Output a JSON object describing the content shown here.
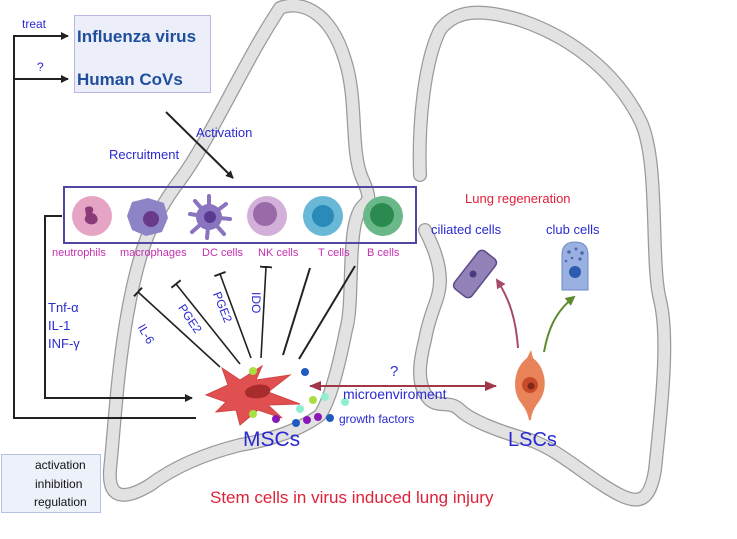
{
  "title": "Stem cells in virus induced lung injury",
  "viruses": {
    "items": [
      "Influenza virus",
      "Human CoVs"
    ],
    "arrow_labels": [
      "treat",
      "?"
    ]
  },
  "recruitment": {
    "recruitment_label": "Recruitment",
    "activation_label": "Activation"
  },
  "immune_cells": {
    "items": [
      {
        "label": "neutrophils",
        "icon": "neutrophil-icon"
      },
      {
        "label": "macrophages",
        "icon": "macrophage-icon"
      },
      {
        "label": "DC cells",
        "icon": "dendritic-cell-icon"
      },
      {
        "label": "NK cells",
        "icon": "nk-cell-icon"
      },
      {
        "label": "T cells",
        "icon": "t-cell-icon"
      },
      {
        "label": "B cells",
        "icon": "b-cell-icon"
      }
    ]
  },
  "cytokines": {
    "lines": [
      "Tnf-α",
      "IL-1",
      "INF-γ"
    ]
  },
  "inhibitors": [
    "IL-6",
    "PGE2",
    "PGE2",
    "IDO"
  ],
  "msc": {
    "label": "MSCs",
    "microenvironment_label": "microenviroment",
    "question": "?",
    "growth_factors_label": "growth factors"
  },
  "lsc": {
    "label": "LSCs"
  },
  "regeneration": {
    "title": "Lung regeneration",
    "targets": [
      "ciliated cells",
      "club cells"
    ]
  },
  "legend": {
    "items": [
      {
        "label": "activation",
        "symbol": "arrow"
      },
      {
        "label": "inhibition",
        "symbol": "bar"
      },
      {
        "label": "regulation",
        "symbol": "line"
      }
    ]
  },
  "colors": {
    "text_blue": "#2a2ad0",
    "virus_text": "#1f4e9c",
    "cell_label": "#c52fb0",
    "title_red": "#e0213a",
    "lung_fill": "#e2e2e2",
    "msc_red": "#e05050",
    "lsc_orange": "#e9845a",
    "micro_arrow": "#a03848",
    "ciliated_arrow": "#a64a6a",
    "club_arrow": "#5e8a30"
  }
}
